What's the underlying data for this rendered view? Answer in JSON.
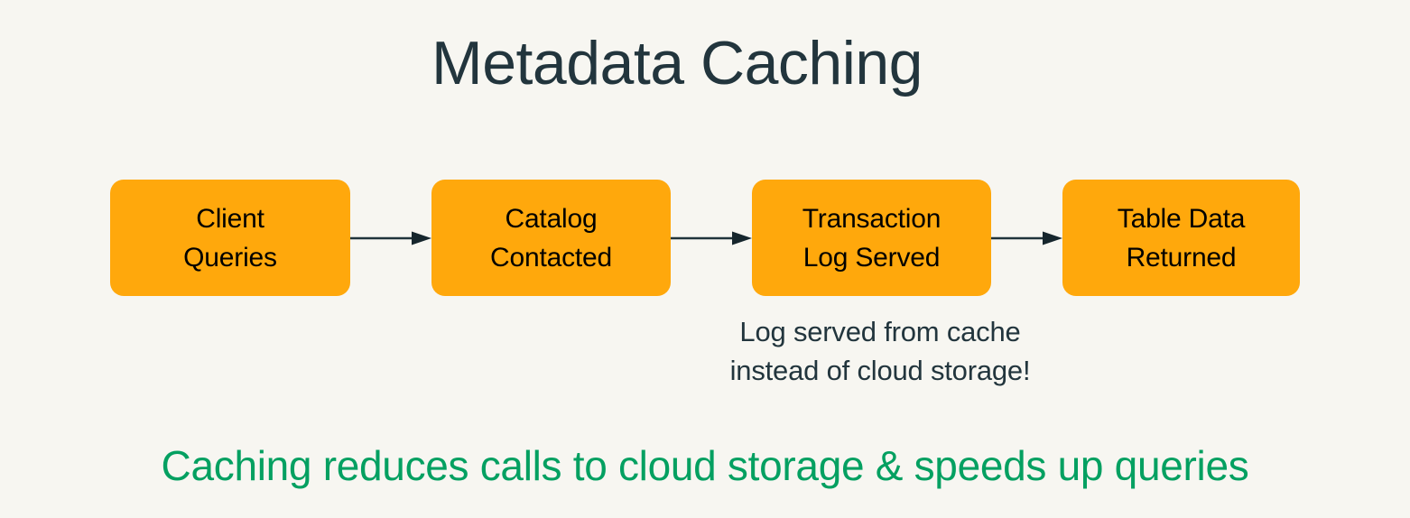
{
  "slide": {
    "title": "Metadata Caching",
    "background_color": "#F7F6F1",
    "title_color": "#22353D"
  },
  "flow": {
    "node_fill_color": "#FFA80C",
    "node_text_color": "#000000",
    "arrow_color": "#1F333B",
    "arrow_icon": "arrow-right-icon",
    "nodes": [
      {
        "id": "client-queries",
        "line1": "Client",
        "line2": "Queries",
        "label": "Client\nQueries"
      },
      {
        "id": "catalog-contacted",
        "line1": "Catalog",
        "line2": "Contacted",
        "label": "Catalog\nContacted"
      },
      {
        "id": "transaction-log-served",
        "line1": "Transaction",
        "line2": "Log Served",
        "label": "Transaction\nLog Served"
      },
      {
        "id": "table-data-returned",
        "line1": "Table Data",
        "line2": "Returned",
        "label": "Table Data\nReturned"
      }
    ]
  },
  "annotation": {
    "line1": "Log served from cache",
    "line2": "instead of cloud storage!",
    "text": "Log served from cache\ninstead of cloud storage!",
    "color": "#22353D"
  },
  "footer": {
    "text": "Caching reduces calls to cloud storage & speeds up queries",
    "color": "#04A061"
  }
}
